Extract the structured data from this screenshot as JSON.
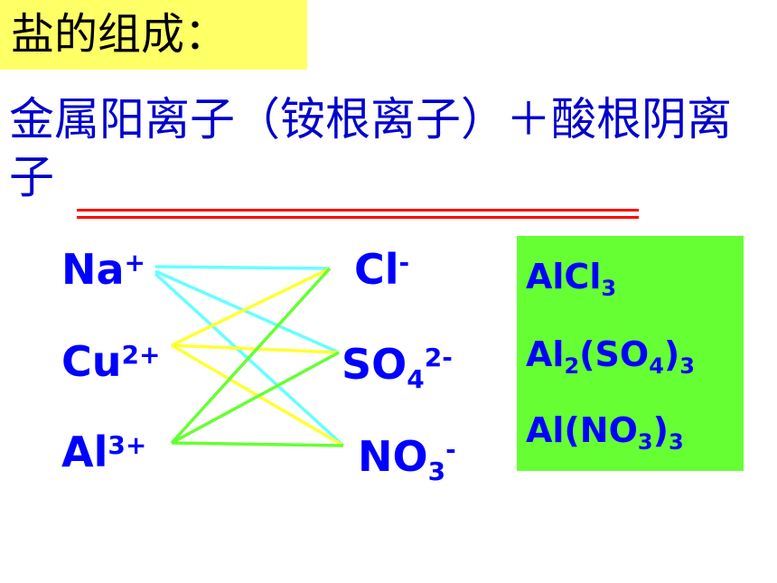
{
  "title": {
    "text": "盐的组成："
  },
  "definition": {
    "text": "金属阳离子（铵根离子）＋酸根阴离子"
  },
  "cations": [
    {
      "symbol": "Na",
      "charge": "+"
    },
    {
      "symbol": "Cu",
      "charge": "2+"
    },
    {
      "symbol": "Al",
      "charge": "3+"
    }
  ],
  "anions": [
    {
      "symbol": "Cl",
      "sub": "",
      "charge": "-"
    },
    {
      "symbol": "SO",
      "sub": "4",
      "charge": "2-"
    },
    {
      "symbol": "NO",
      "sub": "3",
      "charge": "-"
    }
  ],
  "answers": [
    {
      "parts": [
        {
          "t": "AlCl"
        },
        {
          "sub": "3"
        }
      ]
    },
    {
      "parts": [
        {
          "t": "Al"
        },
        {
          "sub": "2"
        },
        {
          "t": "(SO"
        },
        {
          "sub": "4"
        },
        {
          "t": ")"
        },
        {
          "sub": "3"
        }
      ]
    },
    {
      "parts": [
        {
          "t": "Al(NO"
        },
        {
          "sub": "3"
        },
        {
          "t": ")"
        },
        {
          "sub": "3"
        }
      ]
    }
  ],
  "colors": {
    "title_bg": "#ffff66",
    "definition_text": "#0000cc",
    "rule": "#ff0000",
    "ion_text": "#0000ff",
    "answer_bg": "#66ff33",
    "link_na": "#66ffff",
    "link_cu": "#ffff33",
    "link_al": "#66ff33"
  }
}
